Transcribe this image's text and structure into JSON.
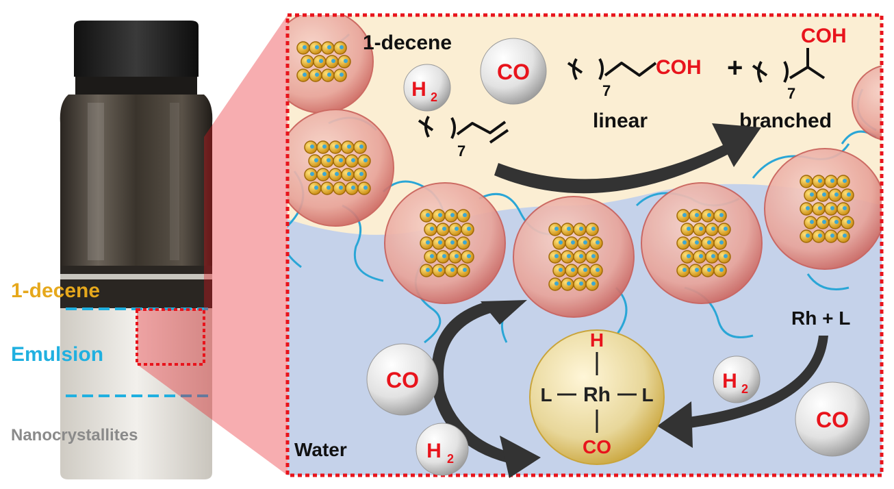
{
  "vial": {
    "labels": {
      "decene": "1-decene",
      "emulsion": "Emulsion",
      "nanocrystallites": "Nanocrystallites"
    }
  },
  "diagram": {
    "oil_label": "1-decene",
    "water_label": "Water",
    "reactant_label": "7",
    "linear": {
      "group": "COH",
      "subscript": "7",
      "name": "linear"
    },
    "plus": "+",
    "branched": {
      "group": "COH",
      "subscript": "7",
      "name": "branched"
    },
    "rh_ligand_label": "Rh + L",
    "catalyst": {
      "top": "H",
      "left": "L",
      "center": "Rh",
      "right": "L",
      "bottom": "CO"
    },
    "bubbles": {
      "co_top": "CO",
      "h2_top_base": "H",
      "h2_top_sub": "2",
      "co_left": "CO",
      "h2_mid_base": "H",
      "h2_mid_sub": "2",
      "co_right": "CO",
      "h2_bottom_base": "H",
      "h2_bottom_sub": "2"
    }
  },
  "colors": {
    "oil_phase": "#fbeed3",
    "water_phase": "#c5d2ea",
    "frame": "#e8141c",
    "decene_label": "#e6a81c",
    "emulsion_label": "#20b0e0",
    "nano_label": "#8a8a8a",
    "ligand_chains": "#2aa6d6",
    "red_text": "#e8141c"
  }
}
